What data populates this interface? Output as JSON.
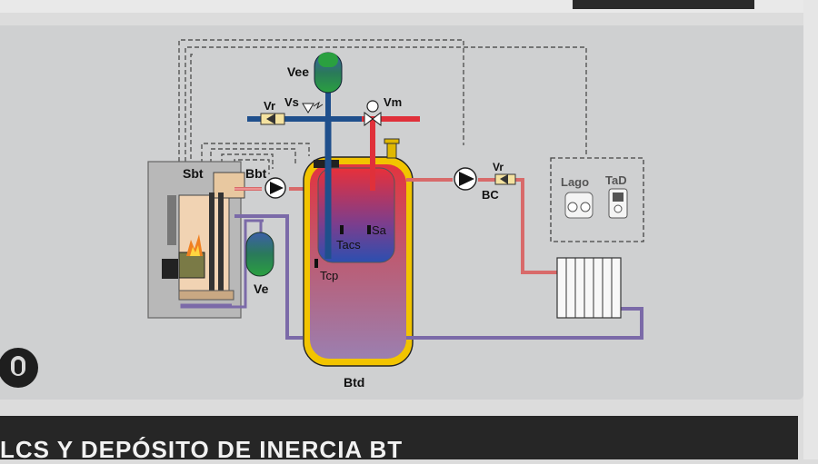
{
  "labels": {
    "vee": "Vee",
    "vr_left": "Vr",
    "vs": "Vs",
    "vm": "Vm",
    "sbt": "Sbt",
    "bbt": "Bbt",
    "vr_right": "Vr",
    "bc": "BC",
    "lago": "Lago",
    "tad": "TaD",
    "tacs": "Tacs",
    "sa": "Sa",
    "tcp": "Tcp",
    "ve": "Ve",
    "btd": "Btd"
  },
  "footer": {
    "title": "LCS Y DEPÓSITO DE INERCIA BT"
  },
  "colors": {
    "hot": "#e0303a",
    "cold": "#1f4f8c",
    "return": "#7b6aa8",
    "tank_shell": "#f2c400",
    "expansion": "#2a9a3a"
  }
}
